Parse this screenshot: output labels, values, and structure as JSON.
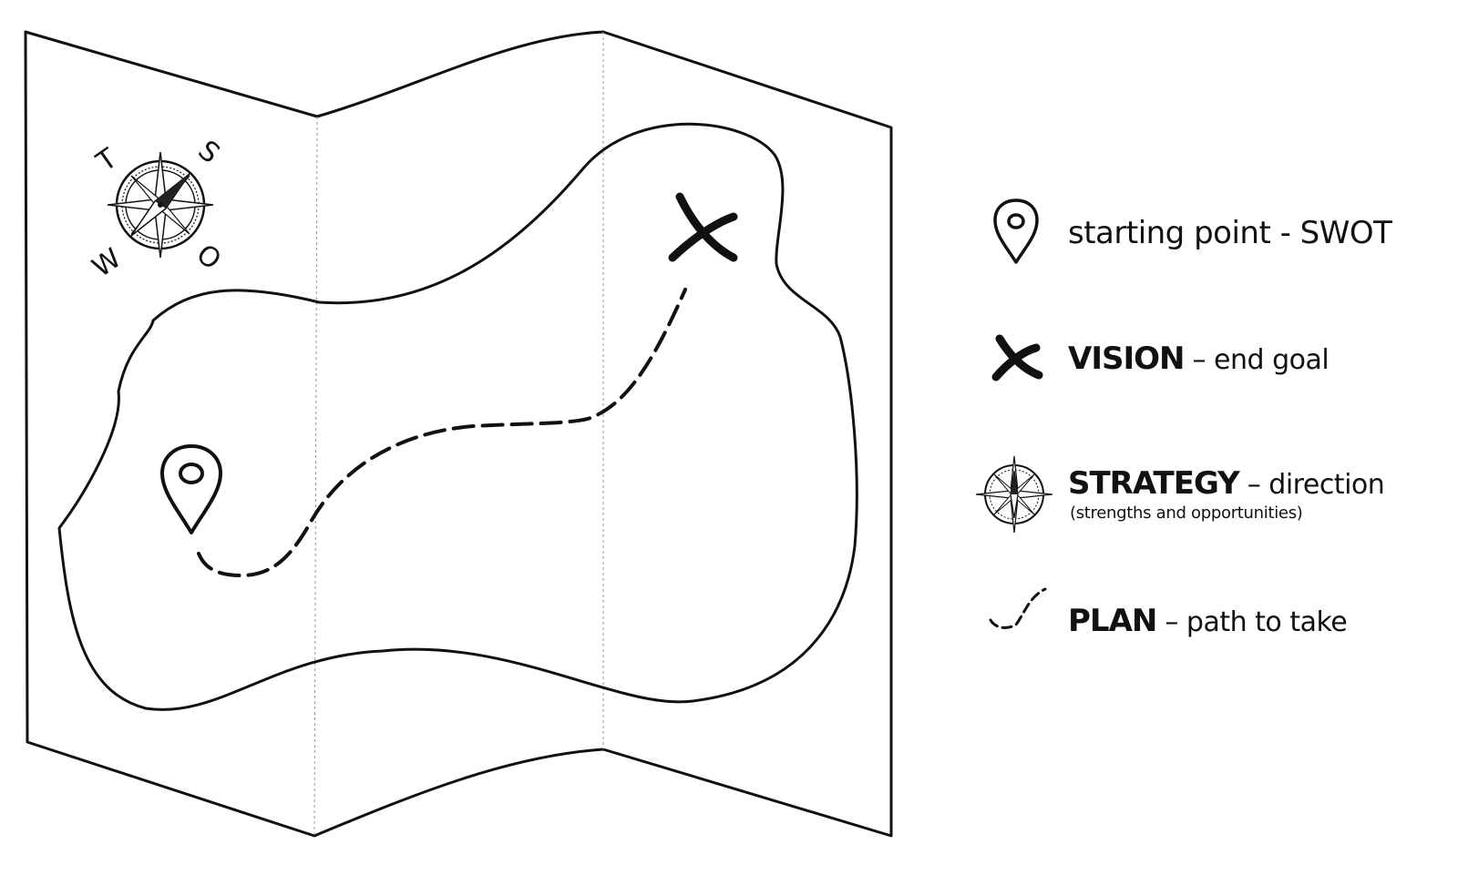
{
  "compass": {
    "labels": [
      "T",
      "S",
      "W",
      "O"
    ],
    "icon": "compass-rose-icon"
  },
  "map": {
    "icons": {
      "start": "map-pin-icon",
      "goal": "x-mark-icon",
      "path": "dashed-path-icon"
    }
  },
  "legend": {
    "items": [
      {
        "icon": "map-pin-icon",
        "bold": "",
        "text": "starting point - SWOT",
        "sub": ""
      },
      {
        "icon": "x-mark-icon",
        "bold": "VISION",
        "text": " – end goal",
        "sub": ""
      },
      {
        "icon": "compass-rose-icon",
        "bold": "STRATEGY",
        "text": " – direction",
        "sub": "(strengths and opportunities)"
      },
      {
        "icon": "dashed-path-icon",
        "bold": "PLAN",
        "text": " – path to take",
        "sub": ""
      }
    ]
  }
}
